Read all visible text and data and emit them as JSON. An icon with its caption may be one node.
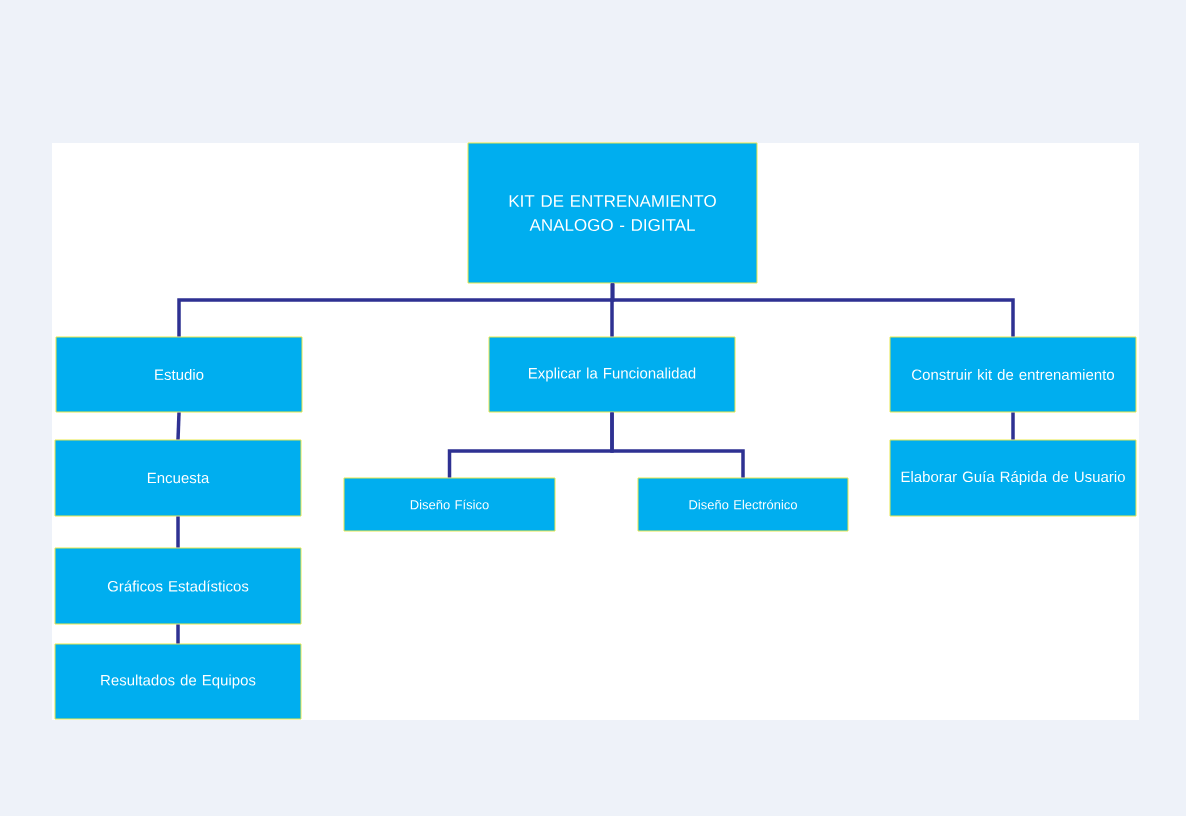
{
  "diagram": {
    "nodes": [
      {
        "text": [
          "KIT DE ENTRENAMIENTO ANALOGO - DIGITAL"
        ]
      },
      {
        "text": [
          "Estudio"
        ]
      },
      {
        "text": [
          "Explicar la Funcionalidad"
        ]
      },
      {
        "text": [
          "Construir kit de entrenamiento"
        ]
      },
      {
        "text": [
          "Encuesta"
        ]
      },
      {
        "text": [
          "Gráficos Estadísticos"
        ]
      },
      {
        "text": [
          "Resultados de Equipos"
        ]
      },
      {
        "text": [
          "Diseño Físico"
        ]
      },
      {
        "text": [
          "Diseño Electrónico"
        ]
      },
      {
        "text": [
          "Elaborar Guía Rápida de Usuario"
        ]
      }
    ],
    "edges": [
      {
        "from": 0,
        "to": 1,
        "arrow": "none"
      },
      {
        "from": 0,
        "to": 2,
        "arrow": "none"
      },
      {
        "from": 0,
        "to": 3,
        "arrow": "none"
      },
      {
        "from": 1,
        "to": 4,
        "arrow": "none"
      },
      {
        "from": 4,
        "to": 5,
        "arrow": "none"
      },
      {
        "from": 5,
        "to": 6,
        "arrow": "none"
      },
      {
        "from": 2,
        "to": 7,
        "arrow": "none"
      },
      {
        "from": 2,
        "to": 8,
        "arrow": "none"
      },
      {
        "from": 3,
        "to": 9,
        "arrow": "none"
      }
    ]
  }
}
